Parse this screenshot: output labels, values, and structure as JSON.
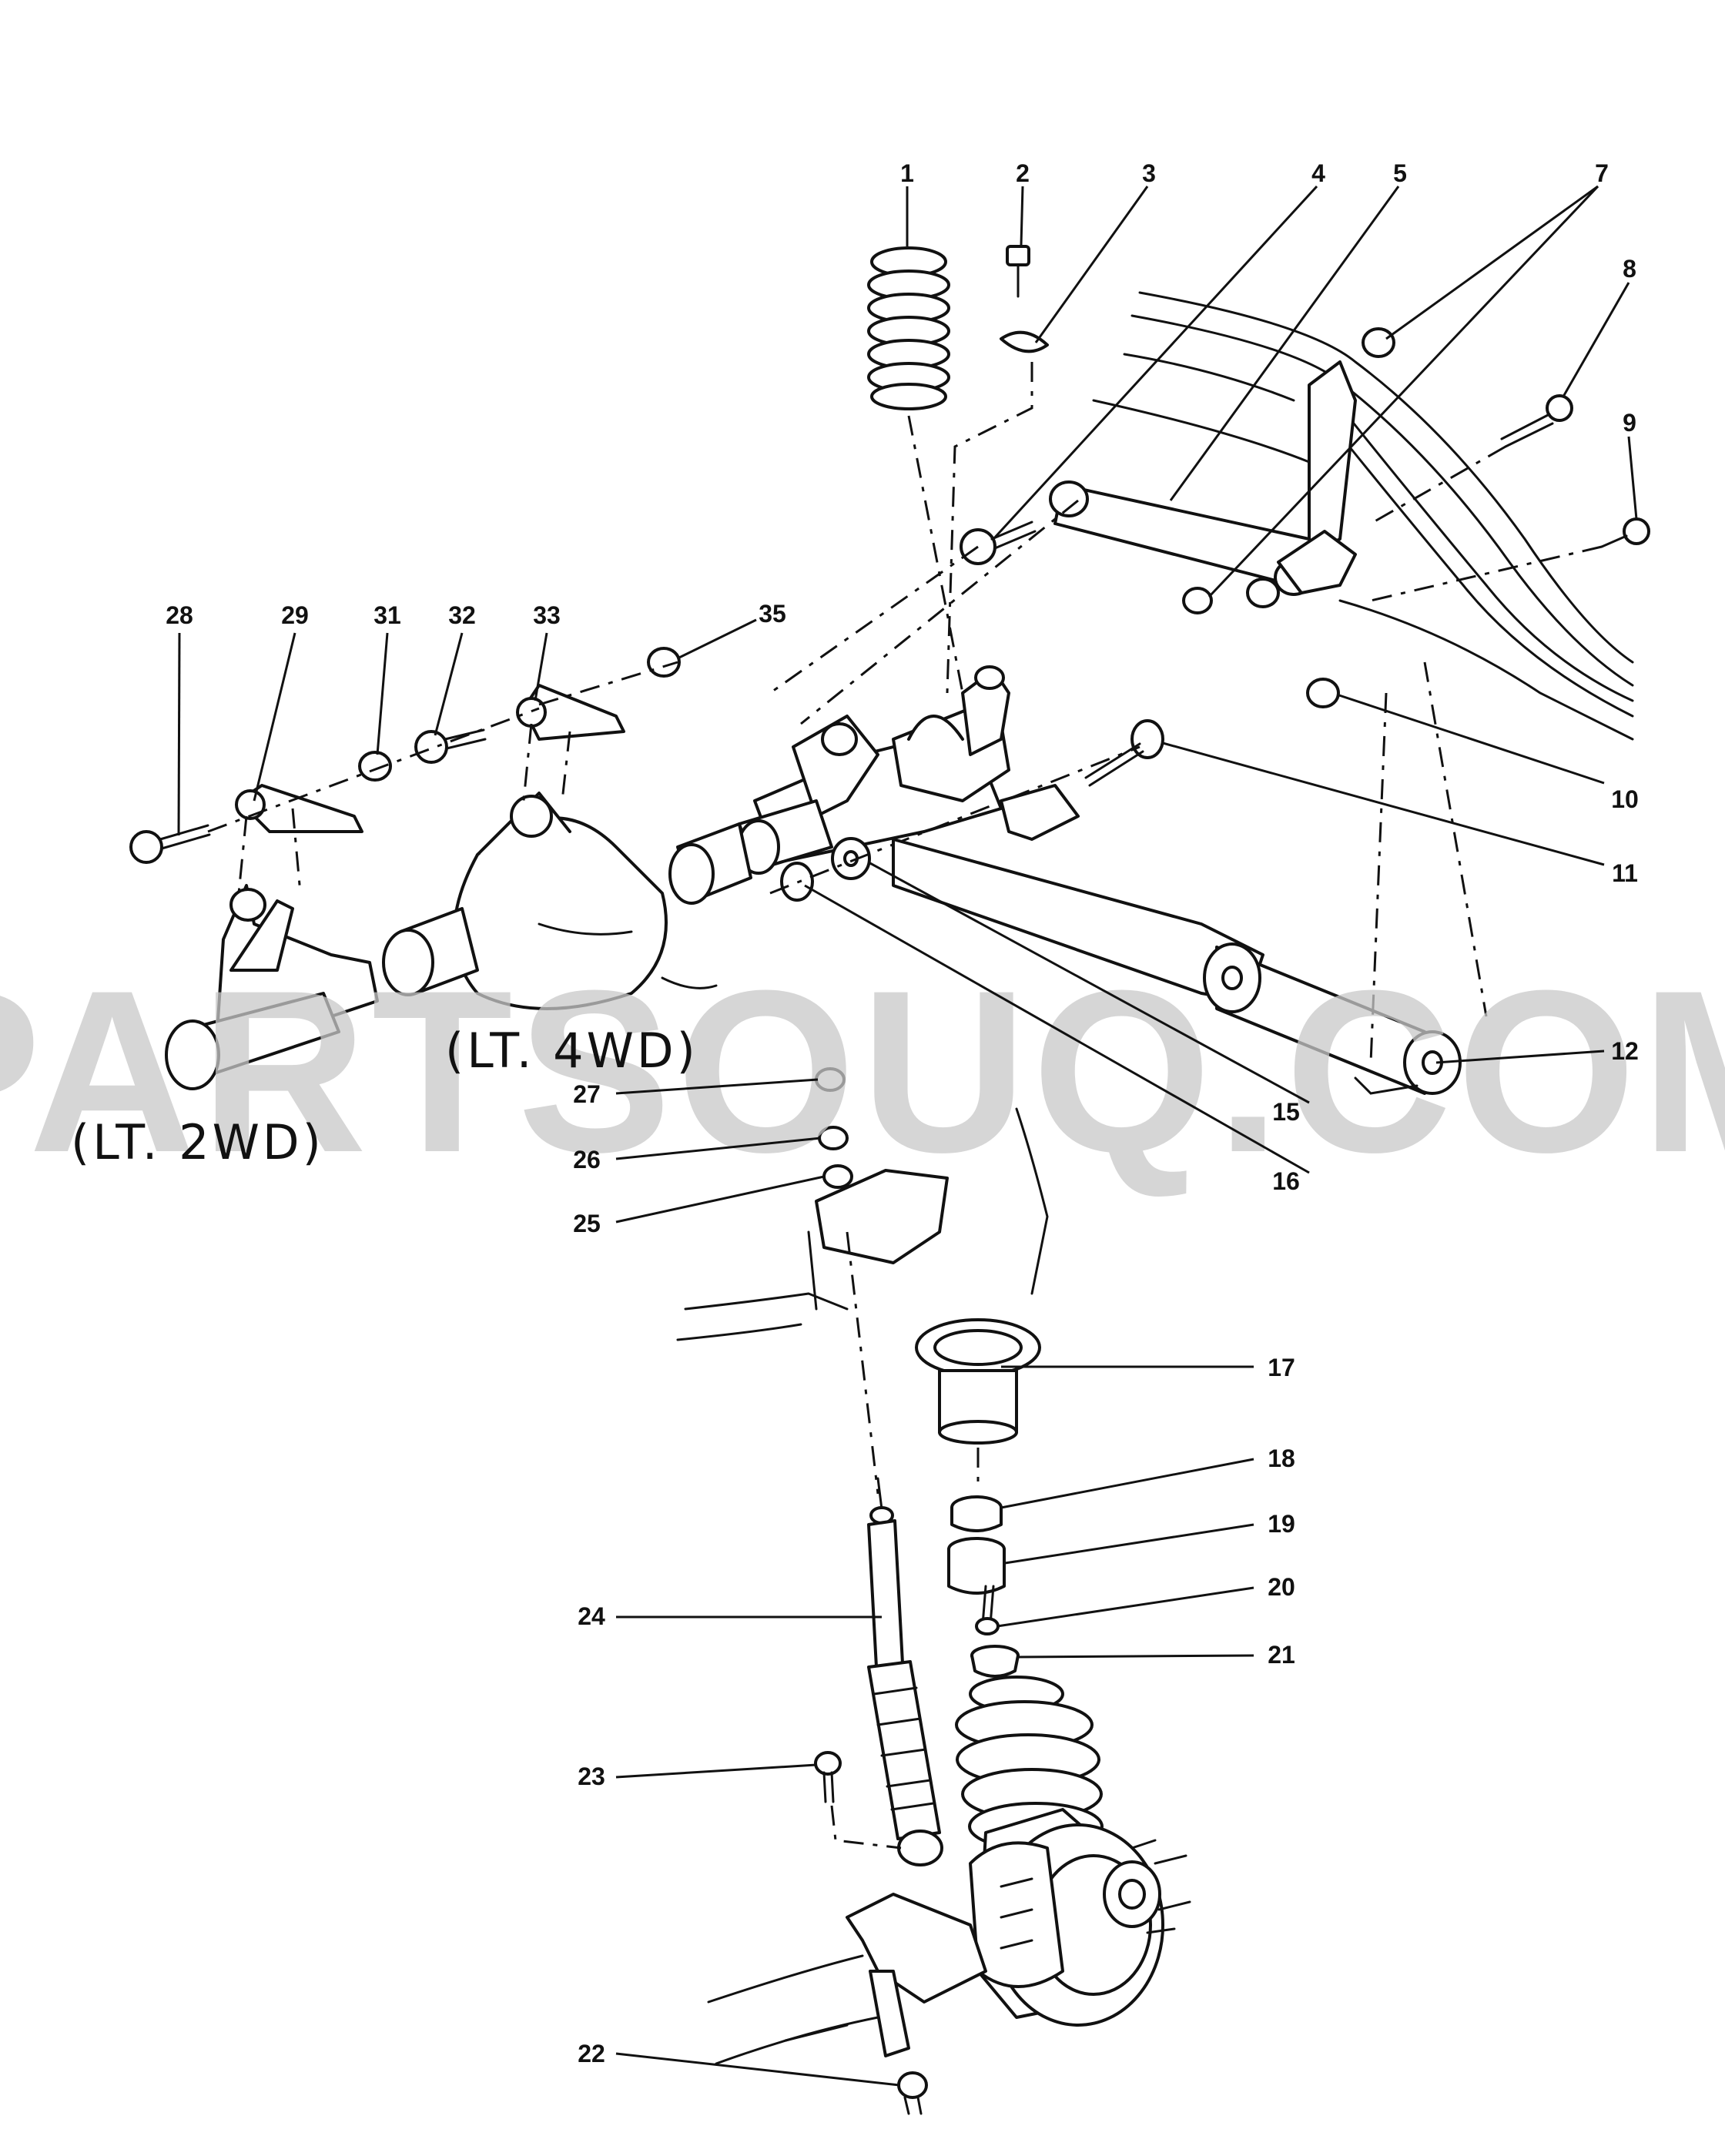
{
  "watermark": "PARTSOUQ.COM",
  "variants": {
    "lt_4wd": "(LT. 4WD)",
    "lt_2wd": "(LT. 2WD)"
  },
  "callouts": [
    {
      "id": "c1",
      "label": "1"
    },
    {
      "id": "c2",
      "label": "2"
    },
    {
      "id": "c3",
      "label": "3"
    },
    {
      "id": "c4",
      "label": "4"
    },
    {
      "id": "c5",
      "label": "5"
    },
    {
      "id": "c7",
      "label": "7"
    },
    {
      "id": "c8",
      "label": "8"
    },
    {
      "id": "c9",
      "label": "9"
    },
    {
      "id": "c10",
      "label": "10"
    },
    {
      "id": "c11",
      "label": "11"
    },
    {
      "id": "c12",
      "label": "12"
    },
    {
      "id": "c15",
      "label": "15"
    },
    {
      "id": "c16",
      "label": "16"
    },
    {
      "id": "c17",
      "label": "17"
    },
    {
      "id": "c18",
      "label": "18"
    },
    {
      "id": "c19",
      "label": "19"
    },
    {
      "id": "c20",
      "label": "20"
    },
    {
      "id": "c21",
      "label": "21"
    },
    {
      "id": "c22",
      "label": "22"
    },
    {
      "id": "c23",
      "label": "23"
    },
    {
      "id": "c24",
      "label": "24"
    },
    {
      "id": "c25",
      "label": "25"
    },
    {
      "id": "c26",
      "label": "26"
    },
    {
      "id": "c27",
      "label": "27"
    },
    {
      "id": "c28",
      "label": "28"
    },
    {
      "id": "c29",
      "label": "29"
    },
    {
      "id": "c31",
      "label": "31"
    },
    {
      "id": "c32",
      "label": "32"
    },
    {
      "id": "c33",
      "label": "33"
    },
    {
      "id": "c35",
      "label": "35"
    }
  ]
}
